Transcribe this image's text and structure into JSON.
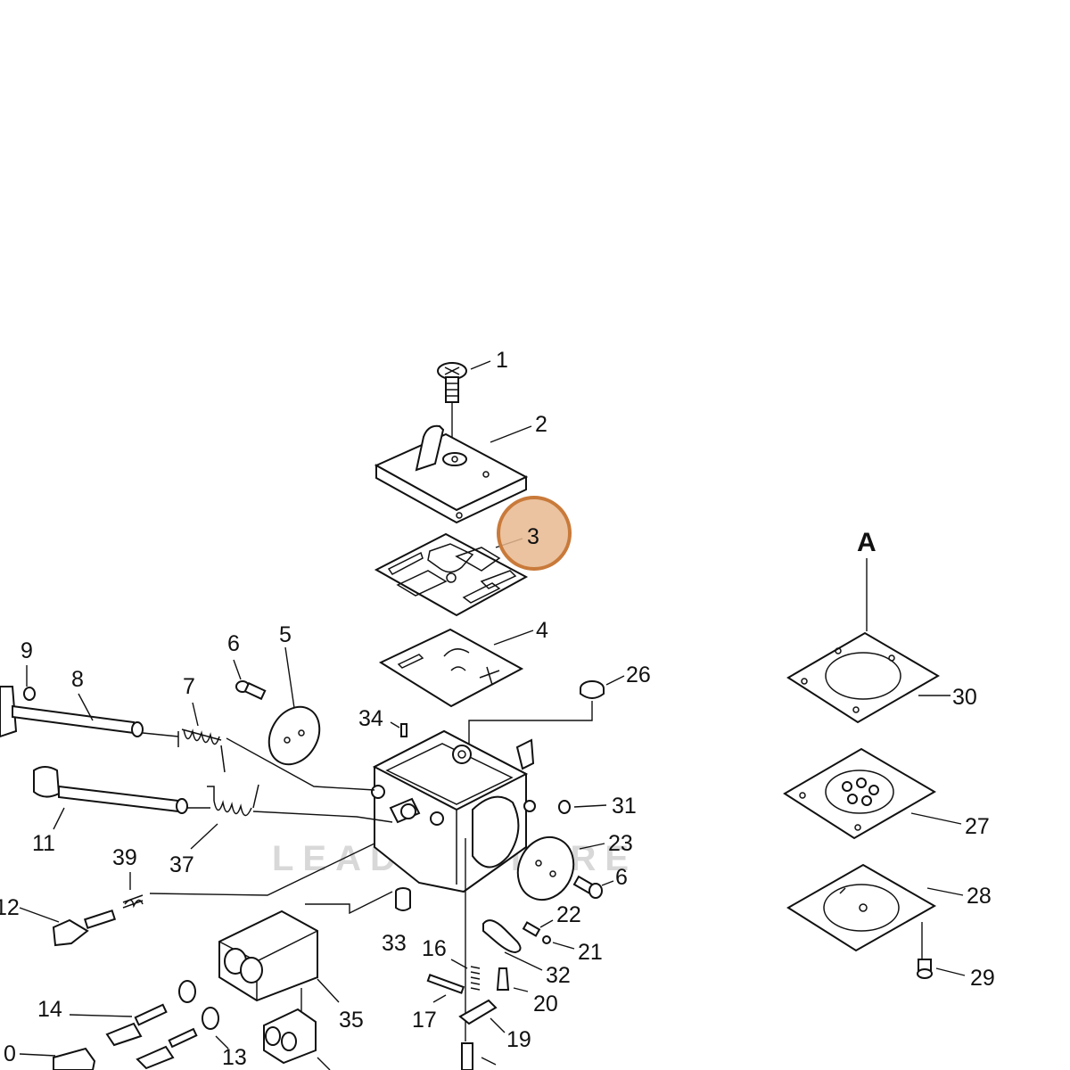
{
  "diagram": {
    "section_label": "A",
    "highlight": {
      "part_number": "3",
      "color": "#e8b98f",
      "ring_color": "#c97a3a"
    },
    "watermark": "LEADVENTURE",
    "part_labels": [
      "1",
      "2",
      "3",
      "4",
      "5",
      "6",
      "6",
      "7",
      "8",
      "9",
      "11",
      "12",
      "13",
      "14",
      "16",
      "17",
      "19",
      "20",
      "21",
      "22",
      "23",
      "26",
      "27",
      "28",
      "29",
      "30",
      "31",
      "32",
      "33",
      "34",
      "35",
      "37",
      "39",
      "0"
    ]
  }
}
